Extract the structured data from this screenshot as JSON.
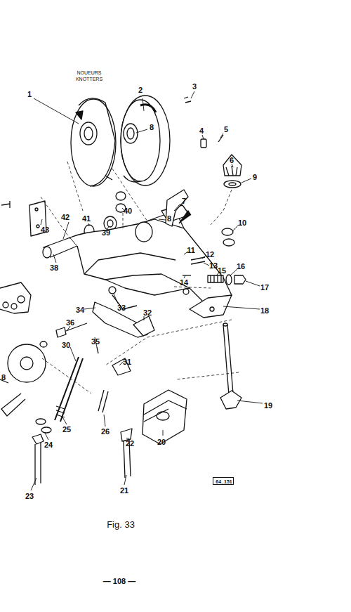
{
  "diagram": {
    "caption": "Fig. 33",
    "nodes": [
      {
        "text": [
          "64_151"
        ]
      }
    ],
    "edges": [],
    "labels": [
      "NOUEURS",
      "KNOTTERS",
      "1",
      "2",
      "3",
      "8",
      "4",
      "5",
      "6",
      "9",
      "40",
      "7",
      "8",
      "42",
      "41",
      "39",
      "10",
      "43",
      "11",
      "12",
      "13",
      "38",
      "16",
      "15",
      "17",
      "14",
      "33",
      "18",
      "34",
      "32",
      "36",
      "35",
      "30",
      "31",
      "8",
      "19",
      "25",
      "26",
      "24",
      "20",
      "22",
      "23",
      "21",
      "— 108 —"
    ]
  }
}
